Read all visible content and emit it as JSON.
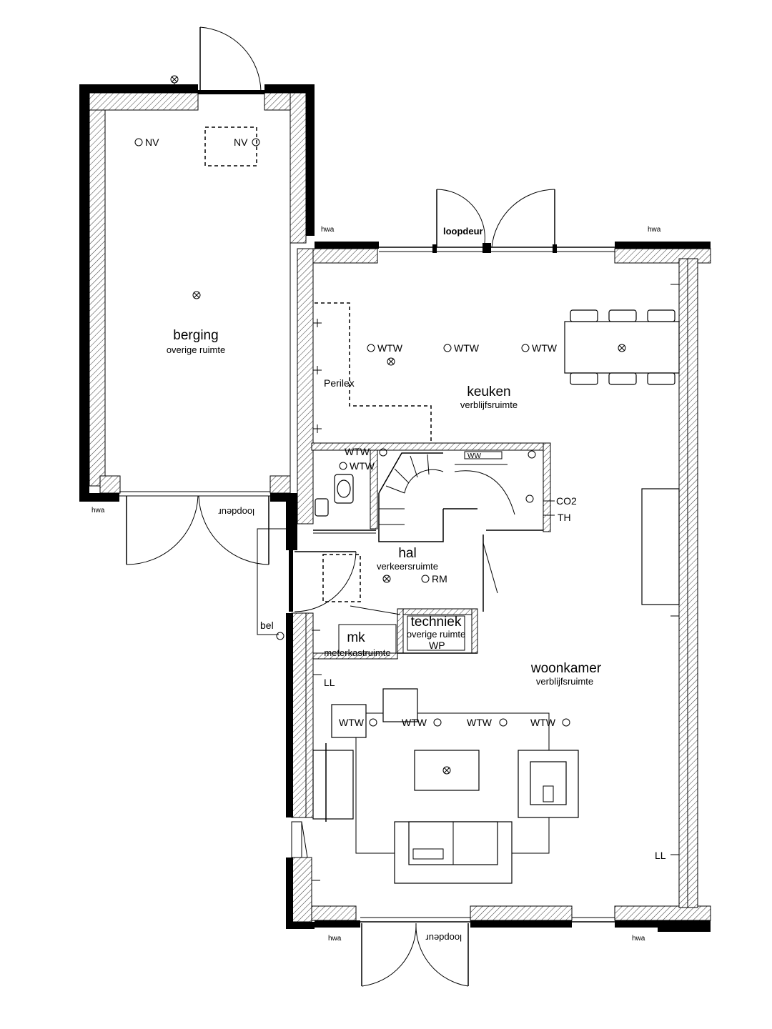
{
  "rooms": {
    "berging": {
      "name": "berging",
      "type": "overige ruimte"
    },
    "keuken": {
      "name": "keuken",
      "type": "verblijfsruimte"
    },
    "hal": {
      "name": "hal",
      "type": "verkeersruimte"
    },
    "techniek": {
      "name": "techniek",
      "type": "overige ruimte"
    },
    "meterkast": {
      "name": "mk",
      "type": "meterkastruimte"
    },
    "woonkamer": {
      "name": "woonkamer",
      "type": "verblijfsruimte"
    }
  },
  "symbols": {
    "nv": "NV",
    "wtw": "WTW",
    "perilex": "Perilex",
    "co2": "CO2",
    "th": "TH",
    "rm": "RM",
    "wp": "WP",
    "ll": "LL",
    "bel": "bel",
    "hwa": "hwa",
    "loopdeur": "loopdeur"
  },
  "colors": {
    "line": "#000000",
    "background": "#ffffff"
  }
}
